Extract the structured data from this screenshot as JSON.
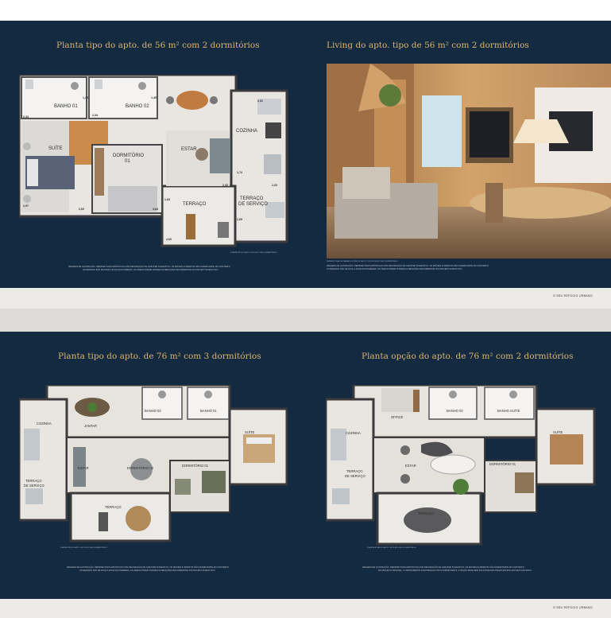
{
  "spread1": {
    "left_title": "Planta tipo do apto. de 56 m² com 2 dormitórios",
    "right_title": "Living do apto. tipo de 56 m² com 2 dormitórios",
    "left_plan_caption": "PLANTA TIPO DO APTO. DE 56 M² COM 2 DORMITÓRIOS",
    "left_disclaimer_1": "IMAGENS DE ILUSTRAÇÃO. PERSPECTIVAS ARTÍSTICAS COM DECORAÇÃO DE CARÁTER SUGESTIVO. OS MÓVEIS E OBJETOS NÃO FAZEM PARTE DO CONTRATO.",
    "left_disclaimer_2": "AS MEDIDAS SÃO DE FACE A FACE DAS PAREDES. AS ÁREAS PODEM SOFRER ALTERAÇÕES DECORRENTES DO PROJETO EXECUTIVO.",
    "photo_caption_1": "PERSPECTIVA ILUSTRADA DO LIVING DO APTO. TIPO DE 56 M² COM 2 DORMITÓRIOS",
    "photo_caption_2": "IMAGENS DE ILUSTRAÇÃO. PERSPECTIVAS ARTÍSTICAS COM DECORAÇÃO DE CARÁTER SUGESTIVO. OS MÓVEIS E OBJETOS NÃO FAZEM PARTE DO CONTRATO.",
    "photo_caption_3": "AS MEDIDAS SÃO DE FACE A FACE DAS PAREDES. AS ÁREAS PODEM SOFRER ALTERAÇÕES DECORRENTES DO PROJETO EXECUTIVO.",
    "footer": "O SEU REFÚGIO URBANO.",
    "rooms": {
      "banho01": "BANHO 01",
      "banho02": "BANHO 02",
      "suite": "SUÍTE",
      "dorm01_a": "DORMITÓRIO",
      "dorm01_b": "01",
      "estar": "ESTAR",
      "cozinha": "COZINHA",
      "terraco": "TERRAÇO",
      "terraco_servico_a": "TERRAÇO",
      "terraco_servico_b": "DE SERVIÇO"
    },
    "dims": {
      "d1": "2,34",
      "d2": "1,45",
      "d3": "2,34",
      "d4": "1,45",
      "d5": "2,91",
      "d6": "2,60",
      "d7": "3,84",
      "d8": "2,43",
      "d9": "1,74",
      "d10": "1,83",
      "d11": "1,69",
      "d12": "2,60",
      "d13": "2,97",
      "d14": "2,03"
    }
  },
  "spread2": {
    "left_title": "Planta tipo do apto. de 76 m² com 3 dormitórios",
    "right_title": "Planta opção do apto. de 76 m² com 2 dormitórios",
    "left_plan_caption": "PLANTA TIPO DO APTO. DE 76 M² COM 3 DORMITÓRIOS",
    "right_plan_caption": "PLANTA OPÇÃO DO APTO. DE 76 M² COM 2 DORMITÓRIOS",
    "left_disclaimer_1": "IMAGENS DE ILUSTRAÇÃO. PERSPECTIVAS ARTÍSTICAS COM DECORAÇÃO DE CARÁTER SUGESTIVO. OS MÓVEIS E OBJETOS NÃO FAZEM PARTE DO CONTRATO.",
    "left_disclaimer_2": "AS MEDIDAS SÃO DE FACE A FACE DAS PAREDES. AS ÁREAS PODEM SOFRER ALTERAÇÕES DECORRENTES DO PROJETO EXECUTIVO.",
    "right_disclaimer_1": "IMAGENS DE ILUSTRAÇÃO. PERSPECTIVAS ARTÍSTICAS COM DECORAÇÃO DE CARÁTER SUGESTIVO. OS MÓVEIS E OBJETOS NÃO FAZEM PARTE DO CONTRATO.",
    "right_disclaimer_2": "NO PROJETO ORIGINAL, O APARTAMENTO É ENTREGUE COM 3 DORMITÓRIOS. A OPÇÃO DEVE SER SOLICITADA EM PRAZO ESTIPULADO EM CONTRATO.",
    "footer": "O SEU REFÚGIO URBANO.",
    "rooms_left": {
      "cozinha": "COZINHA",
      "jantar": "JANTAR",
      "banho02": "BANHO 02",
      "banho01": "BANHO 01",
      "suite": "SUÍTE",
      "estar": "ESTAR",
      "dorm02": "DORMITÓRIO 02",
      "dorm01": "DORMITÓRIO 01",
      "terraco": "TERRAÇO",
      "terraco_servico_a": "TERRAÇO",
      "terraco_servico_b": "DE SERVIÇO"
    },
    "rooms_right": {
      "cozinha": "COZINHA",
      "office": "OFFICE",
      "banho02": "BANHO 02",
      "banho_suite": "BANHO SUÍTE",
      "suite": "SUÍTE",
      "estar": "ESTAR",
      "dorm01": "DORMITÓRIO 01",
      "terraco": "TERRAÇO",
      "terraco_servico_a": "TERRAÇO",
      "terraco_servico_b": "DE SERVIÇO"
    }
  }
}
